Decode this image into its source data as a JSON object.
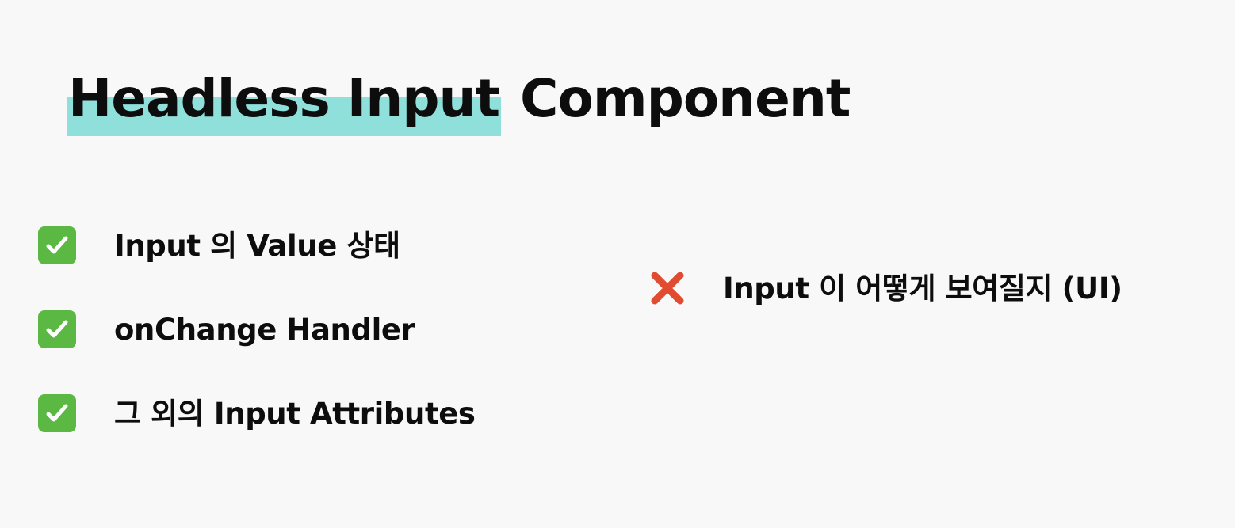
{
  "slide": {
    "title": {
      "highlighted": "Headless Input",
      "rest": "Component"
    },
    "included": [
      {
        "icon": "check-mark-icon",
        "label": "Input 의 Value 상태"
      },
      {
        "icon": "check-mark-icon",
        "label": "onChange Handler"
      },
      {
        "icon": "check-mark-icon",
        "label": "그 외의 Input Attributes"
      }
    ],
    "excluded": {
      "icon": "cross-mark-icon",
      "label": "Input 이 어떻게 보여질지 (UI)"
    }
  },
  "colors": {
    "accent": "#8fe0db",
    "check": "#5bb842",
    "cross": "#e14b2f",
    "text": "#0d0d0d",
    "background": "#f8f8f8"
  }
}
